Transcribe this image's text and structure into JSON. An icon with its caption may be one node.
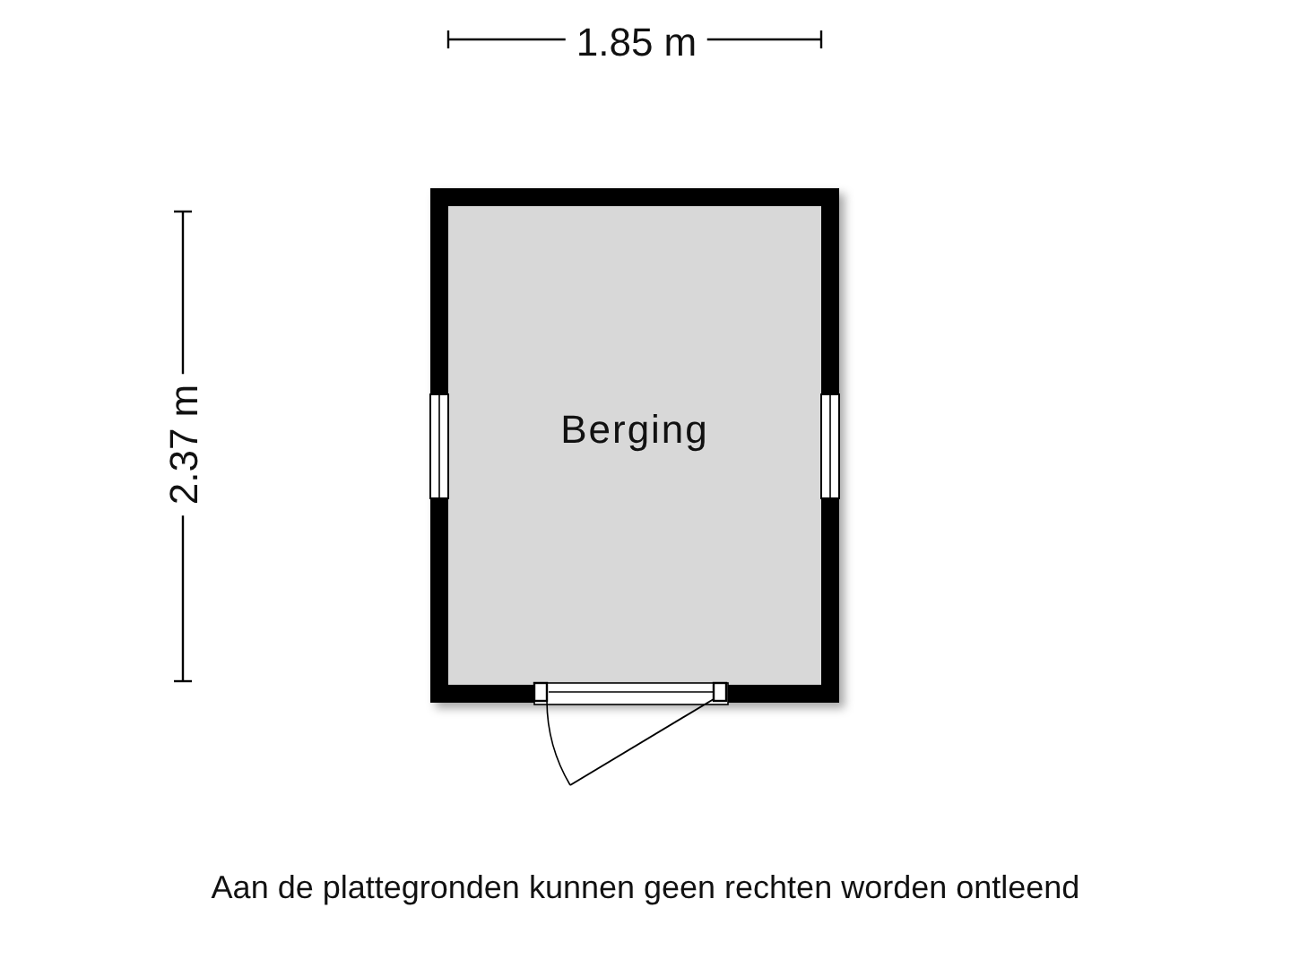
{
  "diagram": {
    "nodes": [
      {
        "text": [
          "Berging"
        ]
      }
    ],
    "labels": [
      "1.85 m",
      "2.37 m",
      "Aan de plattegronden kunnen geen rechten worden ontleend"
    ]
  }
}
